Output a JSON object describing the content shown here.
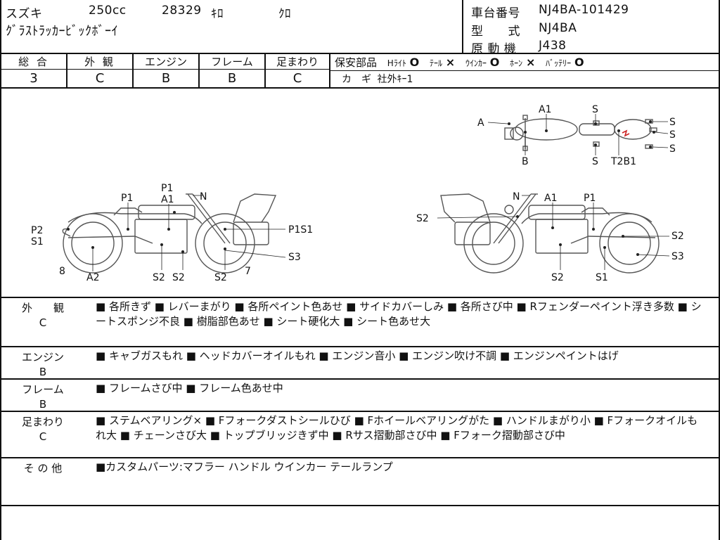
{
  "header": {
    "maker": "スズキ",
    "displacement": "250cc",
    "mileage": "28329",
    "mileage_unit": "ｷﾛ",
    "color": "ｸﾛ",
    "model_name": "ｸﾞﾗｽﾄﾗｯｶｰﾋﾞｯｸﾎﾞｰｲ",
    "frame_no_label": "車台番号",
    "frame_no": "NJ4BA-101429",
    "type_label": "型　　式",
    "type": "NJ4BA",
    "engine_label": "原 動 機",
    "engine": "J438"
  },
  "grades": [
    {
      "label": "総 合",
      "value": "3"
    },
    {
      "label": "外 観",
      "value": "C"
    },
    {
      "label": "エンジン",
      "value": "B"
    },
    {
      "label": "フレーム",
      "value": "B"
    },
    {
      "label": "足まわり",
      "value": "C"
    }
  ],
  "safety": {
    "label": "保安部品",
    "items": [
      {
        "name": "Hﾗｲﾄ",
        "mark": "O"
      },
      {
        "name": "ﾃｰﾙ",
        "mark": "×"
      },
      {
        "name": "ｳｲﾝｶｰ",
        "mark": "O"
      },
      {
        "name": "ﾎｰﾝ",
        "mark": "×"
      },
      {
        "name": "ﾊﾞｯﾃﾘｰ",
        "mark": "O"
      }
    ],
    "key_label": "カ　ギ",
    "key_value": "社外ｷｰ1"
  },
  "diagram": {
    "top_labels": [
      "A",
      "A1",
      "B",
      "S",
      "S",
      "T2B1",
      "S",
      "S",
      "S"
    ],
    "left_labels": [
      "P1",
      "A1",
      "N",
      "P1",
      "P2",
      "S1",
      "P1S1",
      "8",
      "A2",
      "S2",
      "S2",
      "S2",
      "7",
      "S3"
    ],
    "right_labels": [
      "N",
      "A1",
      "P1",
      "S2",
      "S2",
      "S3",
      "S2",
      "S1"
    ]
  },
  "remarks": [
    {
      "cat": "外　　観",
      "grade": "C",
      "text": "■ 各所きず ■ レバーまがり ■ 各所ペイント色あせ ■ サイドカバーしみ ■ 各所さび中 ■ Rフェンダーペイント浮き多数 ■ シートスポンジ不良 ■ 樹脂部色あせ ■ シート硬化大 ■ シート色あせ大"
    },
    {
      "cat": "エンジン",
      "grade": "B",
      "text": "■ キャブガスもれ ■ ヘッドカバーオイルもれ ■ エンジン音小 ■ エンジン吹け不調 ■ エンジンペイントはげ"
    },
    {
      "cat": "フレーム",
      "grade": "B",
      "text": "■ フレームさび中 ■ フレーム色あせ中"
    },
    {
      "cat": "足まわり",
      "grade": "C",
      "text": "■ ステムベアリング× ■ Fフォークダストシールひび ■ Fホイールベアリングがた ■ ハンドルまがり小 ■ Fフォークオイルもれ大 ■ チェーンさび大 ■ トップブリッジきず中 ■ Rサス摺動部さび中 ■ Fフォーク摺動部さび中"
    },
    {
      "cat": "そ の 他",
      "grade": "",
      "text": "■カスタムパーツ:マフラー ハンドル ウインカー テールランプ"
    }
  ]
}
